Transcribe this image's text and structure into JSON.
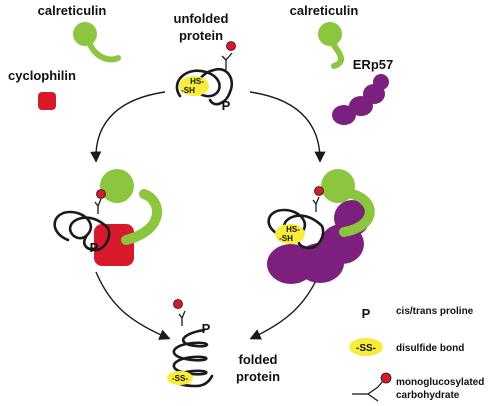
{
  "labels": {
    "calreticulin_left": "calreticulin",
    "calreticulin_right": "calreticulin",
    "unfolded_line1": "unfolded",
    "unfolded_line2": "protein",
    "cyclophilin": "cyclophilin",
    "erp57": "ERp57",
    "folded_line1": "folded",
    "folded_line2": "protein",
    "p_top": "P",
    "hs": "HS-",
    "sh": "-SH",
    "p_left": "P",
    "hs_right": "HS-",
    "sh_right": "-SH",
    "p_folded": "P",
    "ss_folded": "-SS-"
  },
  "legend": {
    "proline_symbol": "P",
    "proline_text": "cis/trans proline",
    "disulfide_symbol": "-SS-",
    "disulfide_text": "disulfide bond",
    "carb_text_line1": "monoglucosylated",
    "carb_text_line2": "carbohydrate"
  },
  "colors": {
    "calreticulin": "#8cc63f",
    "cyclophilin": "#d7192b",
    "erp57": "#7c1f7e",
    "disulfide": "#f7ec3a",
    "glucose": "#d7192b"
  }
}
